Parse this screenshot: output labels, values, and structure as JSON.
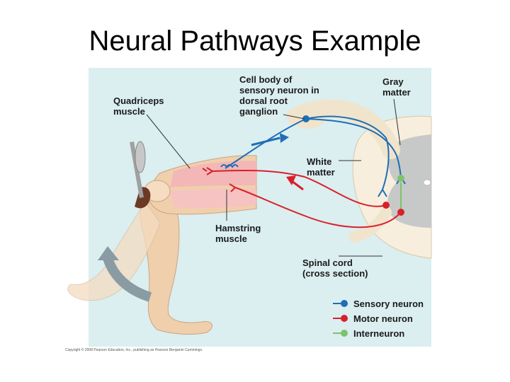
{
  "slide": {
    "title": "Neural Pathways Example"
  },
  "labels": {
    "cell_body": "Cell body of\nsensory neuron in\ndorsal root\nganglion",
    "gray_matter": "Gray\nmatter",
    "quadriceps": "Quadriceps\nmuscle",
    "white_matter": "White\nmatter",
    "hamstring": "Hamstring\nmuscle",
    "spinal_cord": "Spinal cord\n(cross section)"
  },
  "legend": [
    {
      "label": "Sensory neuron",
      "color": "#1f6fb5"
    },
    {
      "label": "Motor neuron",
      "color": "#d8202b"
    },
    {
      "label": "Interneuron",
      "color": "#7dc36b"
    }
  ],
  "copyright": "Copyright © 2008 Pearson Education, Inc., publishing as Pearson Benjamin Cummings.",
  "colors": {
    "background": "#dbeef0",
    "skin": "#f0cfad",
    "muscle": "#f3b7b7"
  }
}
